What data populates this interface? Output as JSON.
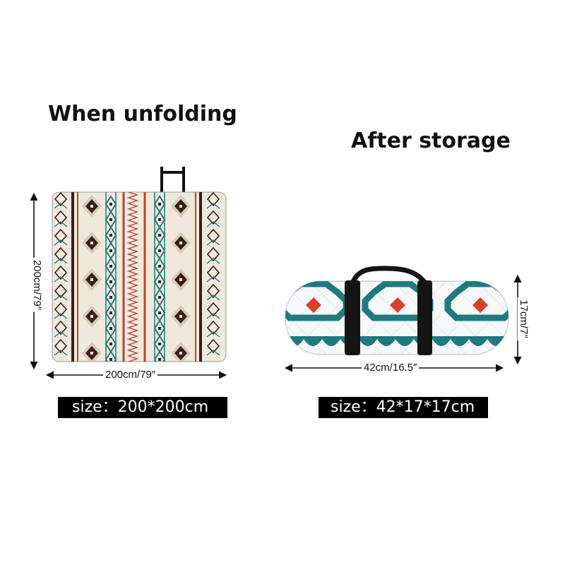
{
  "headings": {
    "unfolded": "When unfolding",
    "stored": "After storage"
  },
  "unfolded": {
    "height_label": "200cm/79″",
    "width_label": "200cm/79″",
    "size_label": "size：200*200cm"
  },
  "stored": {
    "length_label": "42cm/16.5″",
    "diameter_label": "17cm/7″",
    "size_label": "size：42*17*17cm"
  },
  "colors": {
    "teal": "#1f7a80",
    "dark_brown": "#3a1f17",
    "rust": "#b3482e",
    "red": "#d9402a",
    "cream": "#efe9dd",
    "strap": "#151515"
  }
}
